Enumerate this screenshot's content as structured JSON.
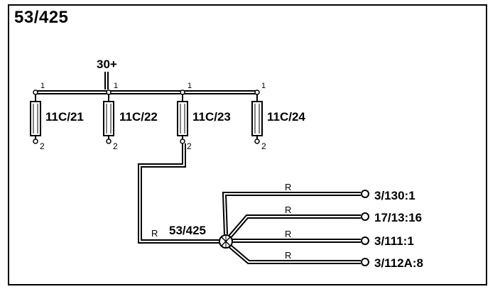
{
  "diagram": {
    "title": "53/425",
    "supply": "30+",
    "pin_top": "1",
    "pin_bottom": "2",
    "fuses": [
      "11C/21",
      "11C/22",
      "11C/23",
      "11C/24"
    ],
    "splice": "53/425",
    "wire_color": "R",
    "outputs": [
      "3/130:1",
      "17/13:16",
      "3/111:1",
      "3/112A:8"
    ]
  }
}
